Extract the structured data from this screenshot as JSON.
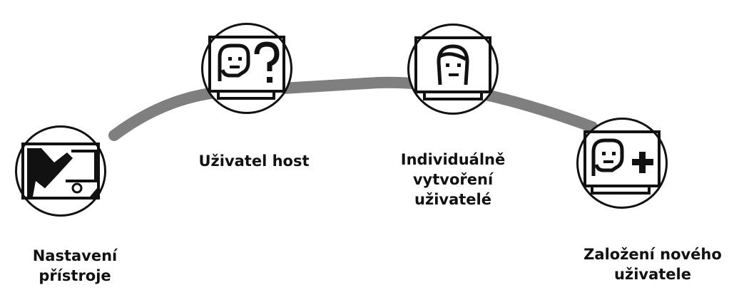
{
  "menu": {
    "items": [
      {
        "id": "device-settings",
        "icon": "wrench-settings-icon",
        "label_lines": [
          "Nastavení",
          "přístroje"
        ]
      },
      {
        "id": "guest-user",
        "icon": "guest-user-question-icon",
        "label_lines": [
          "Uživatel host"
        ]
      },
      {
        "id": "individual-users",
        "icon": "user-profile-icon",
        "label_lines": [
          "Individuálně",
          "vytvoření",
          "uživatelé"
        ]
      },
      {
        "id": "new-user",
        "icon": "add-user-icon",
        "label_lines": [
          "Založení nového",
          "uživatele"
        ]
      }
    ]
  },
  "colors": {
    "connector": "#7f7f7f",
    "outline": "#111111",
    "background": "#ffffff"
  }
}
